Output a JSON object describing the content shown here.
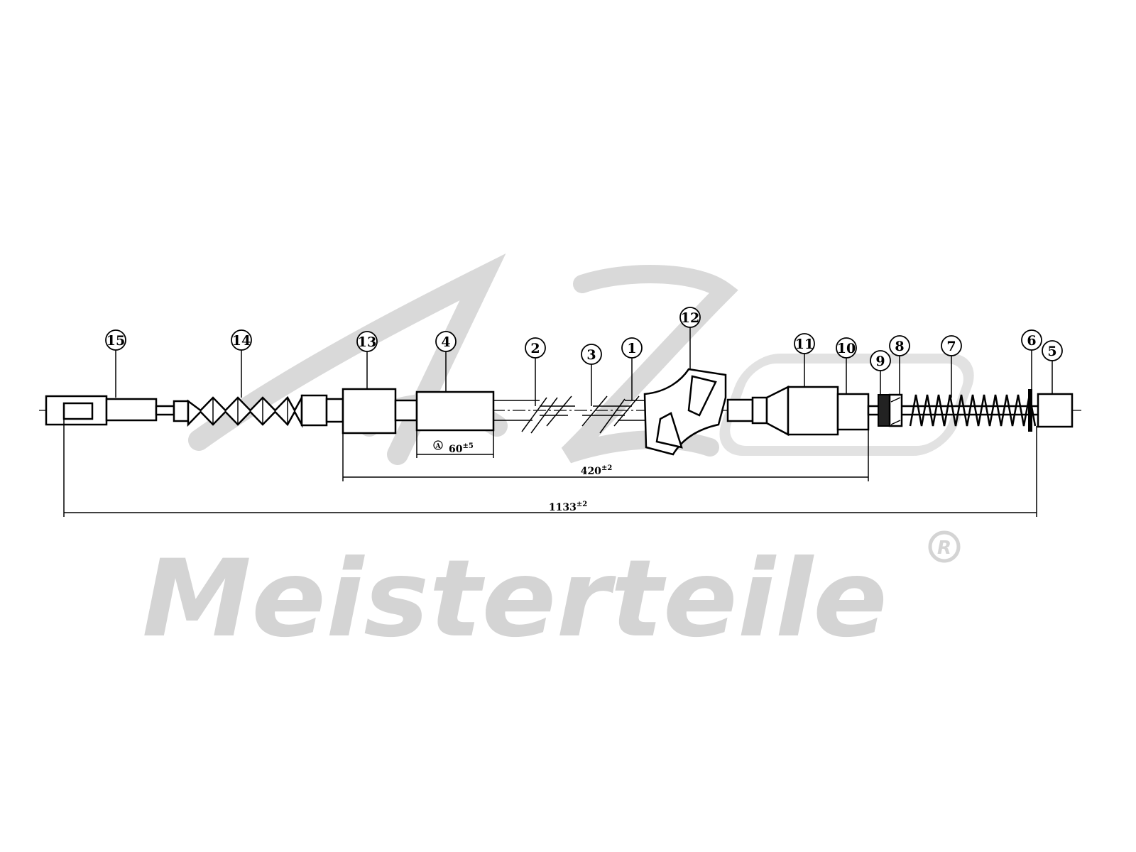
{
  "logo": {
    "initials": "A.Z.",
    "brand": "Meisterteile",
    "registered_mark": "R",
    "color": "#d4d4d4"
  },
  "balloons": [
    "15",
    "14",
    "13",
    "4",
    "2",
    "3",
    "1",
    "12",
    "11",
    "10",
    "9",
    "8",
    "7",
    "6",
    "5"
  ],
  "dimensions": {
    "sleeve_marker": "A",
    "sleeve_length": "60",
    "sleeve_tolerance": "±5",
    "sheath_length": "420",
    "sheath_tolerance": "±2",
    "overall_length": "1133",
    "overall_tolerance": "±2"
  }
}
